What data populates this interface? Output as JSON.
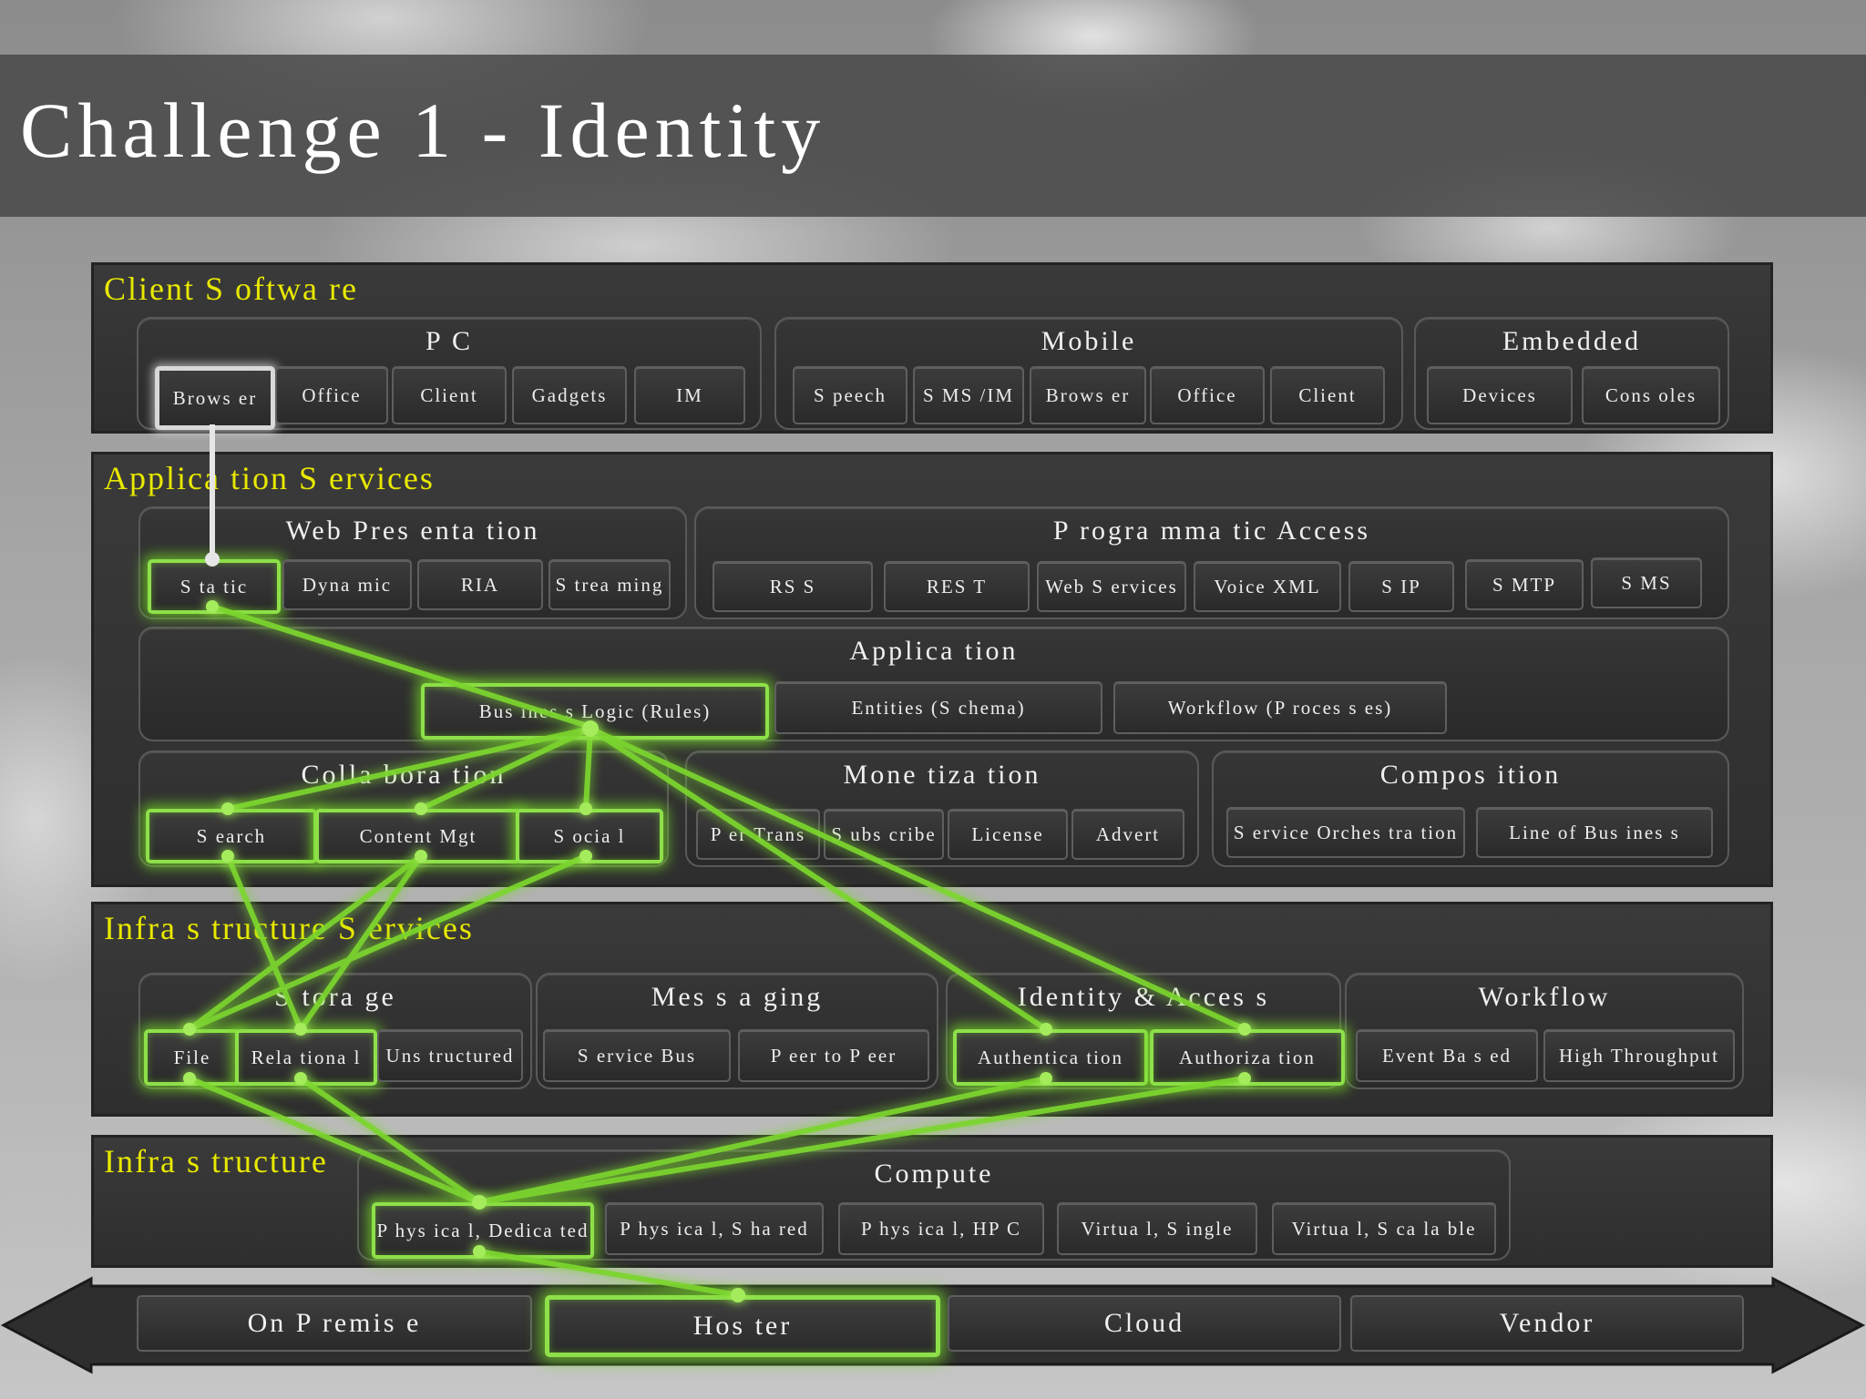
{
  "title": "Challenge 1 - Identity",
  "colors": {
    "band_title": "#e8e800",
    "highlight": "#8ee04a",
    "selected": "#d8d8d8",
    "band_bg": "#333333"
  },
  "client_software": {
    "title": "Client S oftwa re",
    "pc": {
      "title": "P C",
      "items": [
        "Brows er",
        "Office",
        "Client",
        "Gadgets",
        "IM"
      ]
    },
    "mobile": {
      "title": "Mobile",
      "items": [
        "S peech",
        "S MS /IM",
        "Brows er",
        "Office",
        "Client"
      ]
    },
    "embedded": {
      "title": "Embedded",
      "items": [
        "Devices",
        "Cons oles"
      ]
    }
  },
  "application_services": {
    "title": "Applica tion S ervices",
    "web_presentation": {
      "title": "Web Pres enta tion",
      "items": [
        "S ta tic",
        "Dyna mic",
        "RIA",
        "S trea ming"
      ]
    },
    "programmatic_access": {
      "title": "P rogra mma tic Access",
      "items": [
        "RS S",
        "RES T",
        "Web S ervices",
        "Voice XML",
        "S IP",
        "S MTP",
        "S MS"
      ]
    },
    "application": {
      "title": "Applica tion",
      "items": [
        "Bus ines s Logic (Rules)",
        "Entities (S chema)",
        "Workflow (P roces s es)"
      ]
    },
    "collaboration": {
      "title": "Colla bora tion",
      "items": [
        "S earch",
        "Content Mgt",
        "S ocia l"
      ]
    },
    "monetization": {
      "title": "Mone tiza tion",
      "items": [
        "P er Trans",
        "S ubs cribe",
        "License",
        "Advert"
      ]
    },
    "composition": {
      "title": "Compos ition",
      "items": [
        "S ervice Orches tra tion",
        "Line of Bus ines s"
      ]
    }
  },
  "infrastructure_services": {
    "title": "Infra s tructure S ervices",
    "storage": {
      "title": "S tora ge",
      "items": [
        "File",
        "Rela tiona l",
        "Uns tructured"
      ]
    },
    "messaging": {
      "title": "Mes s a ging",
      "items": [
        "S ervice Bus",
        "P eer to P eer"
      ]
    },
    "identity": {
      "title": "Identity & Acces s",
      "items": [
        "Authentica tion",
        "Authoriza tion"
      ]
    },
    "workflow": {
      "title": "Workflow",
      "items": [
        "Event Ba s ed",
        "High Throughput"
      ]
    }
  },
  "infrastructure": {
    "title": "Infra s tructure",
    "compute": {
      "title": "Compute",
      "items": [
        "P hys ica l, Dedica ted",
        "P hys ica l, S ha red",
        "P hys ica l, HP C",
        "Virtua l, S ingle",
        "Virtua l, S ca la ble"
      ]
    }
  },
  "hosting": {
    "items": [
      "On P remis e",
      "Hos ter",
      "Cloud",
      "Vendor"
    ]
  }
}
